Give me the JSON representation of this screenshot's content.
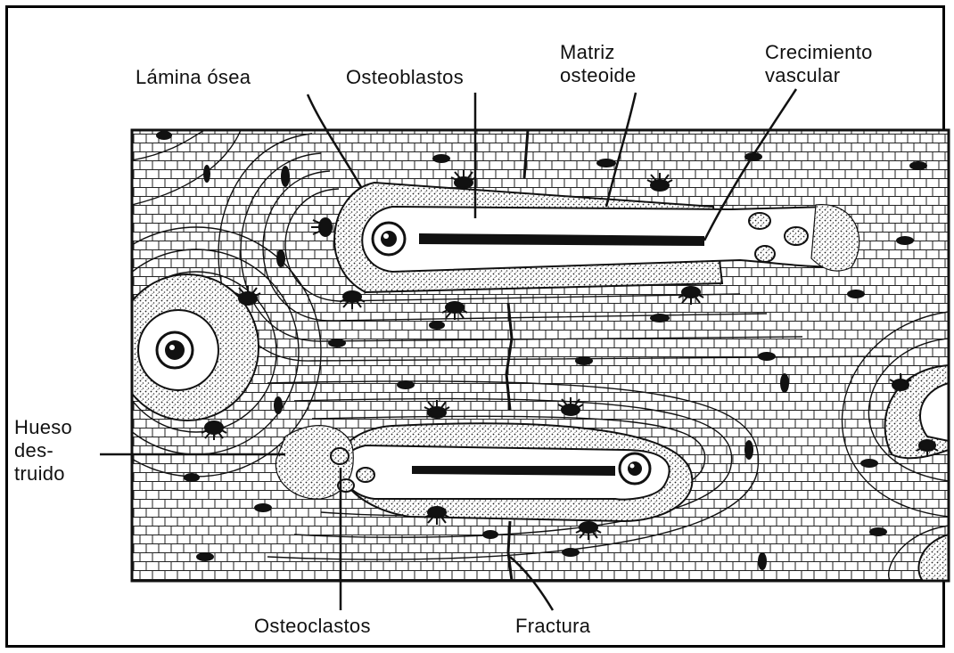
{
  "labels": {
    "lamina_osea": "Lámina ósea",
    "osteoblastos": "Osteoblastos",
    "matriz_osteoide": [
      "Matriz",
      "osteoide"
    ],
    "crecimiento_vascular": [
      "Crecimiento",
      "vascular"
    ],
    "hueso_destruido": [
      "Hueso",
      "des-",
      "truido"
    ],
    "osteoclastos": "Osteoclastos",
    "fractura": "Fractura"
  },
  "colors": {
    "ink": "#111111",
    "paper": "#ffffff",
    "stipple": "#2a2a2a"
  }
}
